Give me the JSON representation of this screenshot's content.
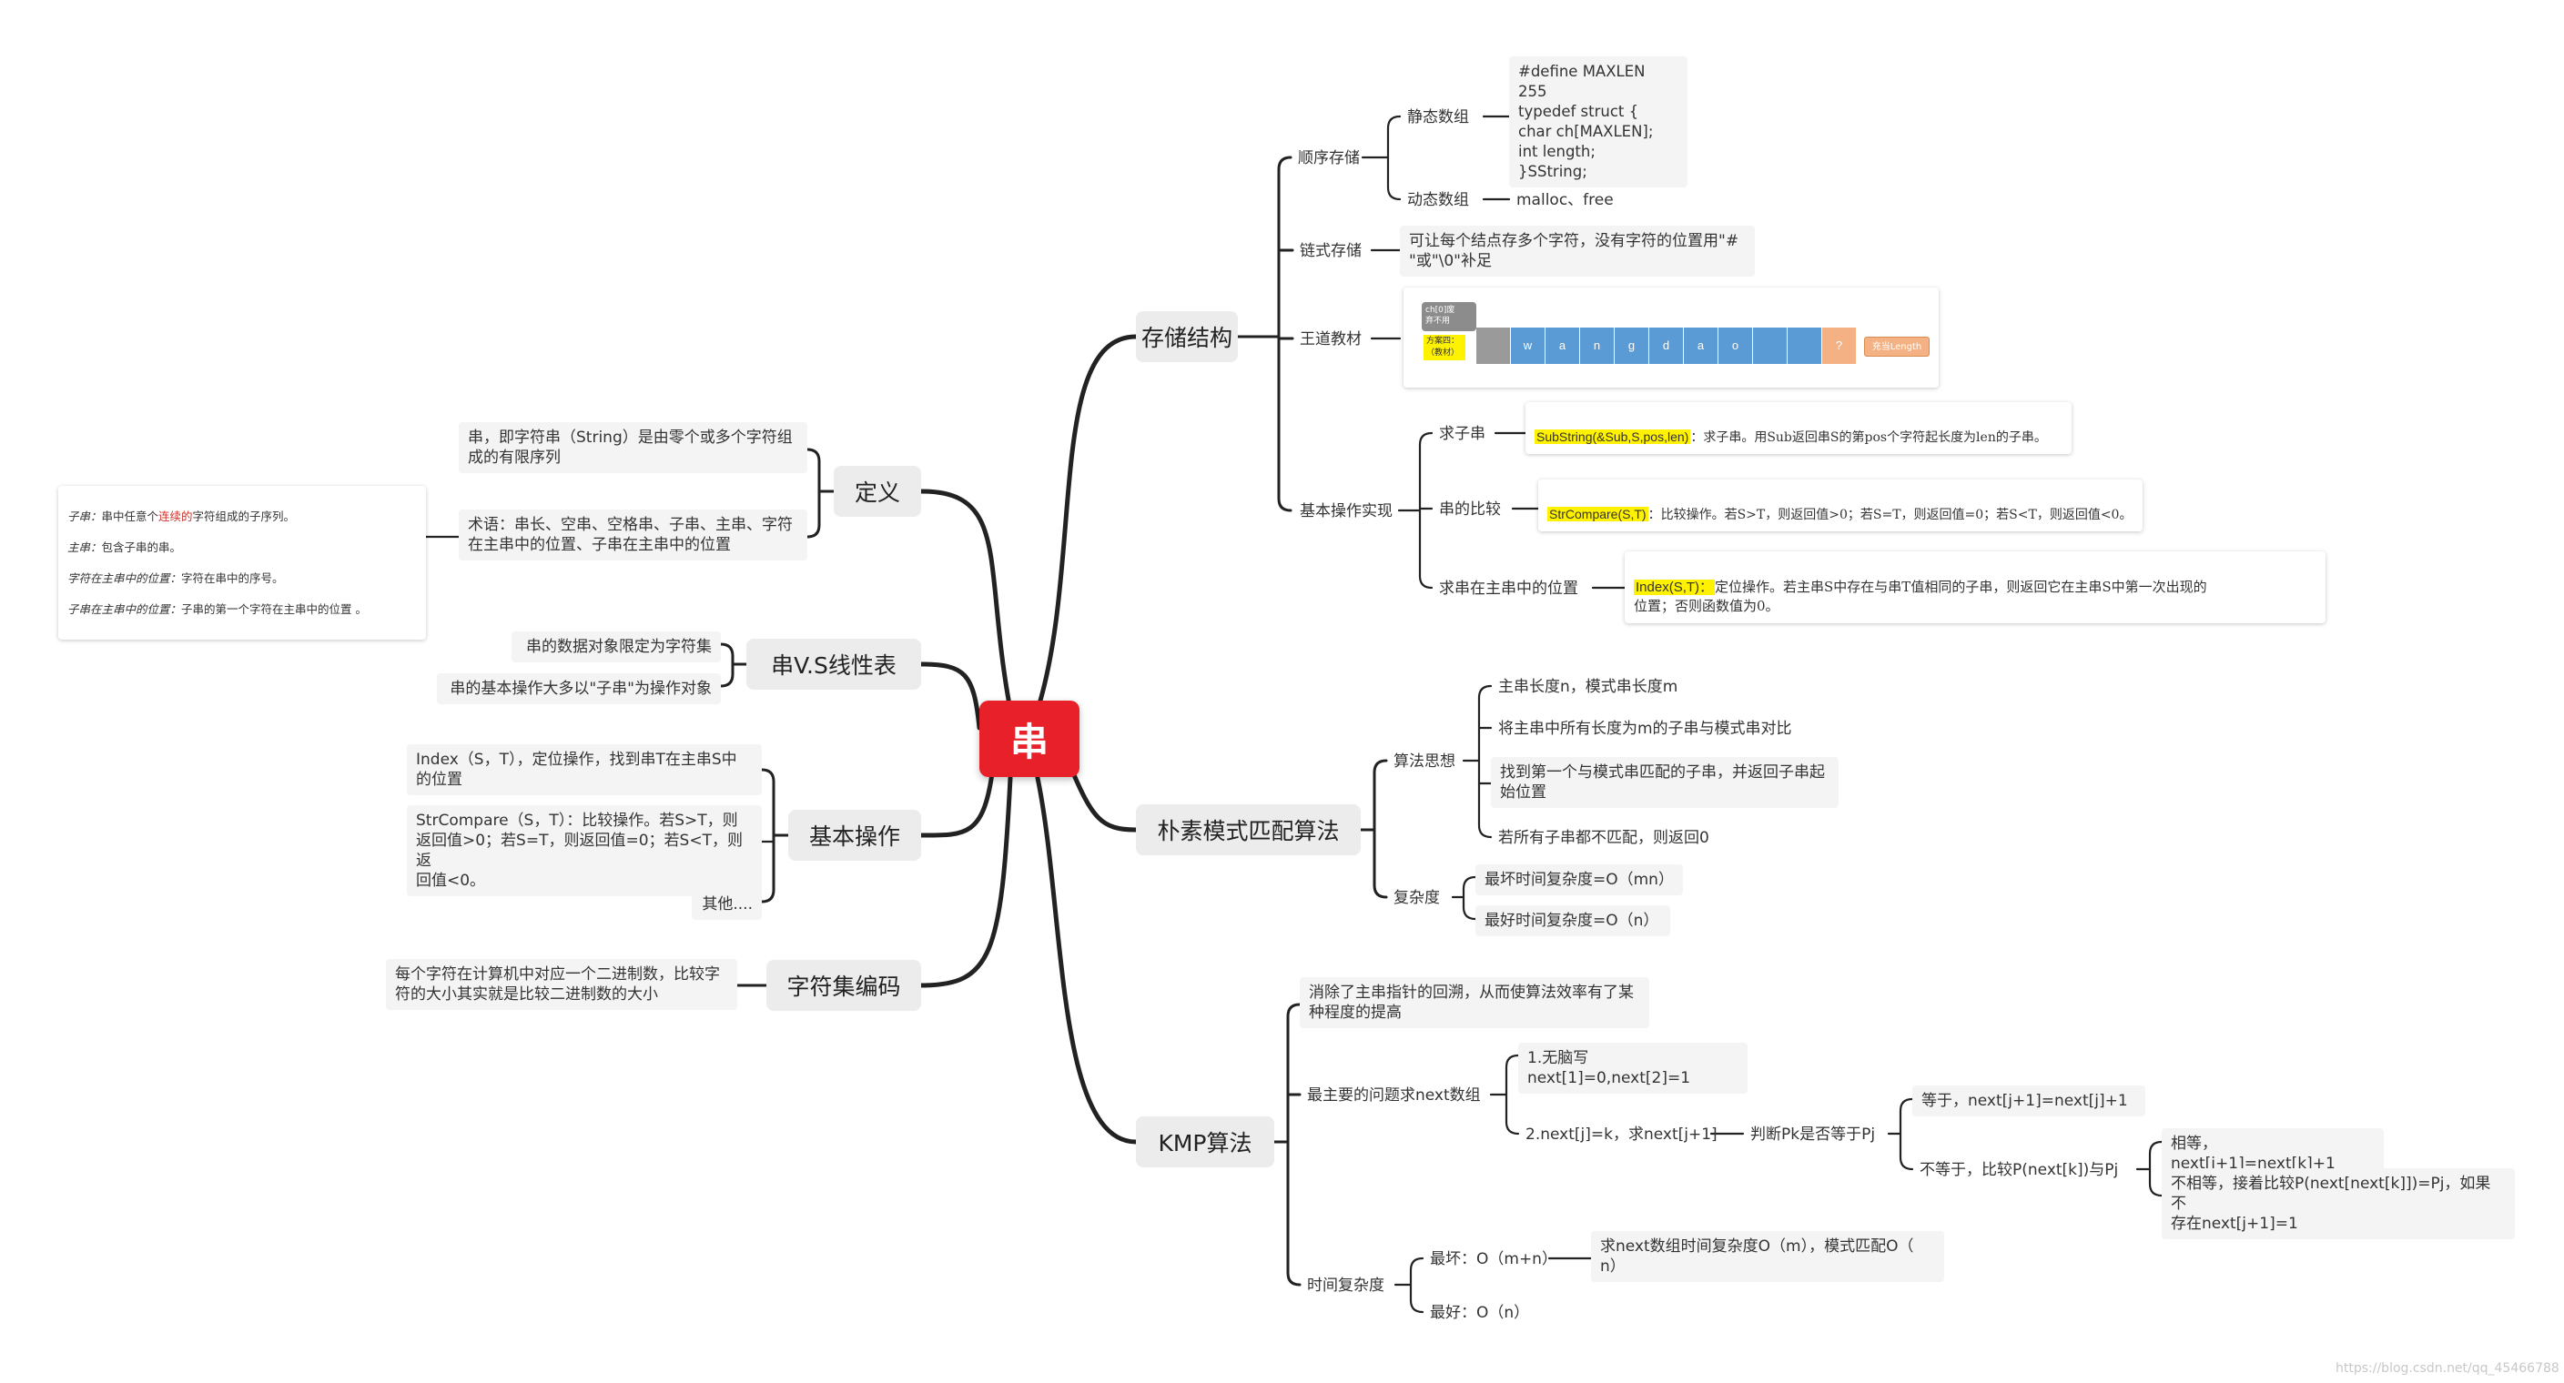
{
  "root": "串",
  "right": {
    "storage": {
      "label": "存储结构",
      "seq": {
        "label": "顺序存储",
        "static_label": "静态数组",
        "static_code": "#define MAXLEN 255\ntypedef struct {\n    char ch[MAXLEN];\n    int length;\n}SString;",
        "dynamic_label": "动态数组",
        "dynamic_value": "malloc、free"
      },
      "linked": {
        "label": "链式存储",
        "text": "可让每个结点存多个字符，没有字符的位置用\"#\n\"或\"\\0\"补足"
      },
      "wangdao": {
        "label": "王道教材",
        "ch_note": "ch[0]废\n弃不用",
        "plan_note": "方案四：\n（教材）",
        "cells": [
          "w",
          "a",
          "n",
          "g",
          "d",
          "a",
          "o"
        ],
        "last": "?",
        "length_note": "充当Length",
        "colors": {
          "gray": "#9a9a9a",
          "blue": "#5a9bd5",
          "orange": "#f4b183"
        }
      },
      "ops": {
        "label": "基本操作实现",
        "substr": {
          "label": "求子串",
          "func": "SubString(&Sub,S,pos,len)",
          "desc": "：求子串。用Sub返回串S的第pos个字符起长度为len的子串。"
        },
        "compare": {
          "label": "串的比较",
          "func": "StrCompare(S,T)",
          "desc": "：比较操作。若S>T，则返回值>0；若S=T，则返回值=0；若S<T，则返回值<0。"
        },
        "index": {
          "label": "求串在主串中的位置",
          "func": "Index(S,T)：",
          "desc": "定位操作。若主串S中存在与串T值相同的子串，则返回它在主串S中第一次出现的\n位置；否则函数值为0。"
        }
      }
    },
    "naive": {
      "label": "朴素模式匹配算法",
      "idea_label": "算法思想",
      "ideas": [
        "主串长度n，模式串长度m",
        "将主串中所有长度为m的子串与模式串对比",
        "找到第一个与模式串匹配的子串，并返回子串起\n始位置",
        "若所有子串都不匹配，则返回0"
      ],
      "complexity_label": "复杂度",
      "worst": "最坏时间复杂度=O（mn）",
      "best": "最好时间复杂度=O（n）"
    },
    "kmp": {
      "label": "KMP算法",
      "intro": "消除了主串指针的回溯，从而使算法效率有了某\n种程度的提高",
      "next": {
        "label": "最主要的问题求next数组",
        "step1": "1.无脑写next[1]=0,next[2]=1",
        "step2": "2.next[j]=k，求next[j+1]",
        "judge": "判断Pk是否等于Pj",
        "equal": "等于，next[j+1]=next[j]+1",
        "notequal": "不等于，比较P(next[k])与Pj",
        "same": "相等，next[j+1]=next[k]+1",
        "diff": "不相等，接着比较P(next[next[k]])=Pj，如果不\n存在next[j+1]=1"
      },
      "time": {
        "label": "时间复杂度",
        "worst_label": "最坏：O（m+n）",
        "worst_desc": "求next数组时间复杂度O（m），模式匹配O（\nn）",
        "best_label": "最好：O（n）"
      }
    }
  },
  "left": {
    "definition": {
      "label": "定义",
      "text1": "串，即字符串（String）是由零个或多个字符组\n成的有限序列",
      "text2": "术语：串长、空串、空格串、子串、主串、字符\n在主串中的位置、子串在主串中的位置",
      "note": {
        "line1_term": "子串：",
        "line1_a": "串中任意个",
        "line1_red": "连续的",
        "line1_b": "字符组成的子序列。",
        "line2_term": "主串：",
        "line2": "包含子串的串。",
        "line3_term": "字符在主串中的位置：",
        "line3": "字符在串中的序号。",
        "line4_term": "子串在主串中的位置：",
        "line4": "子串的第一个字符在主串中的位置 。"
      }
    },
    "vs": {
      "label": "串V.S线性表",
      "item1": "串的数据对象限定为字符集",
      "item2": "串的基本操作大多以\"子串\"为操作对象"
    },
    "basic": {
      "label": "基本操作",
      "item1": "Index（S，T），定位操作，找到串T在主串S中\n的位置",
      "item2": "StrCompare（S，T）：比较操作。若S>T，则\n返回值>0；若S=T，则返回值=0；若S<T，则返\n回值<0。",
      "item3": "其他...."
    },
    "charset": {
      "label": "字符集编码",
      "text": "每个字符在计算机中对应一个二进制数，比较字\n符的大小其实就是比较二进制数的大小"
    }
  },
  "watermark": "https://blog.csdn.net/qq_45466788"
}
